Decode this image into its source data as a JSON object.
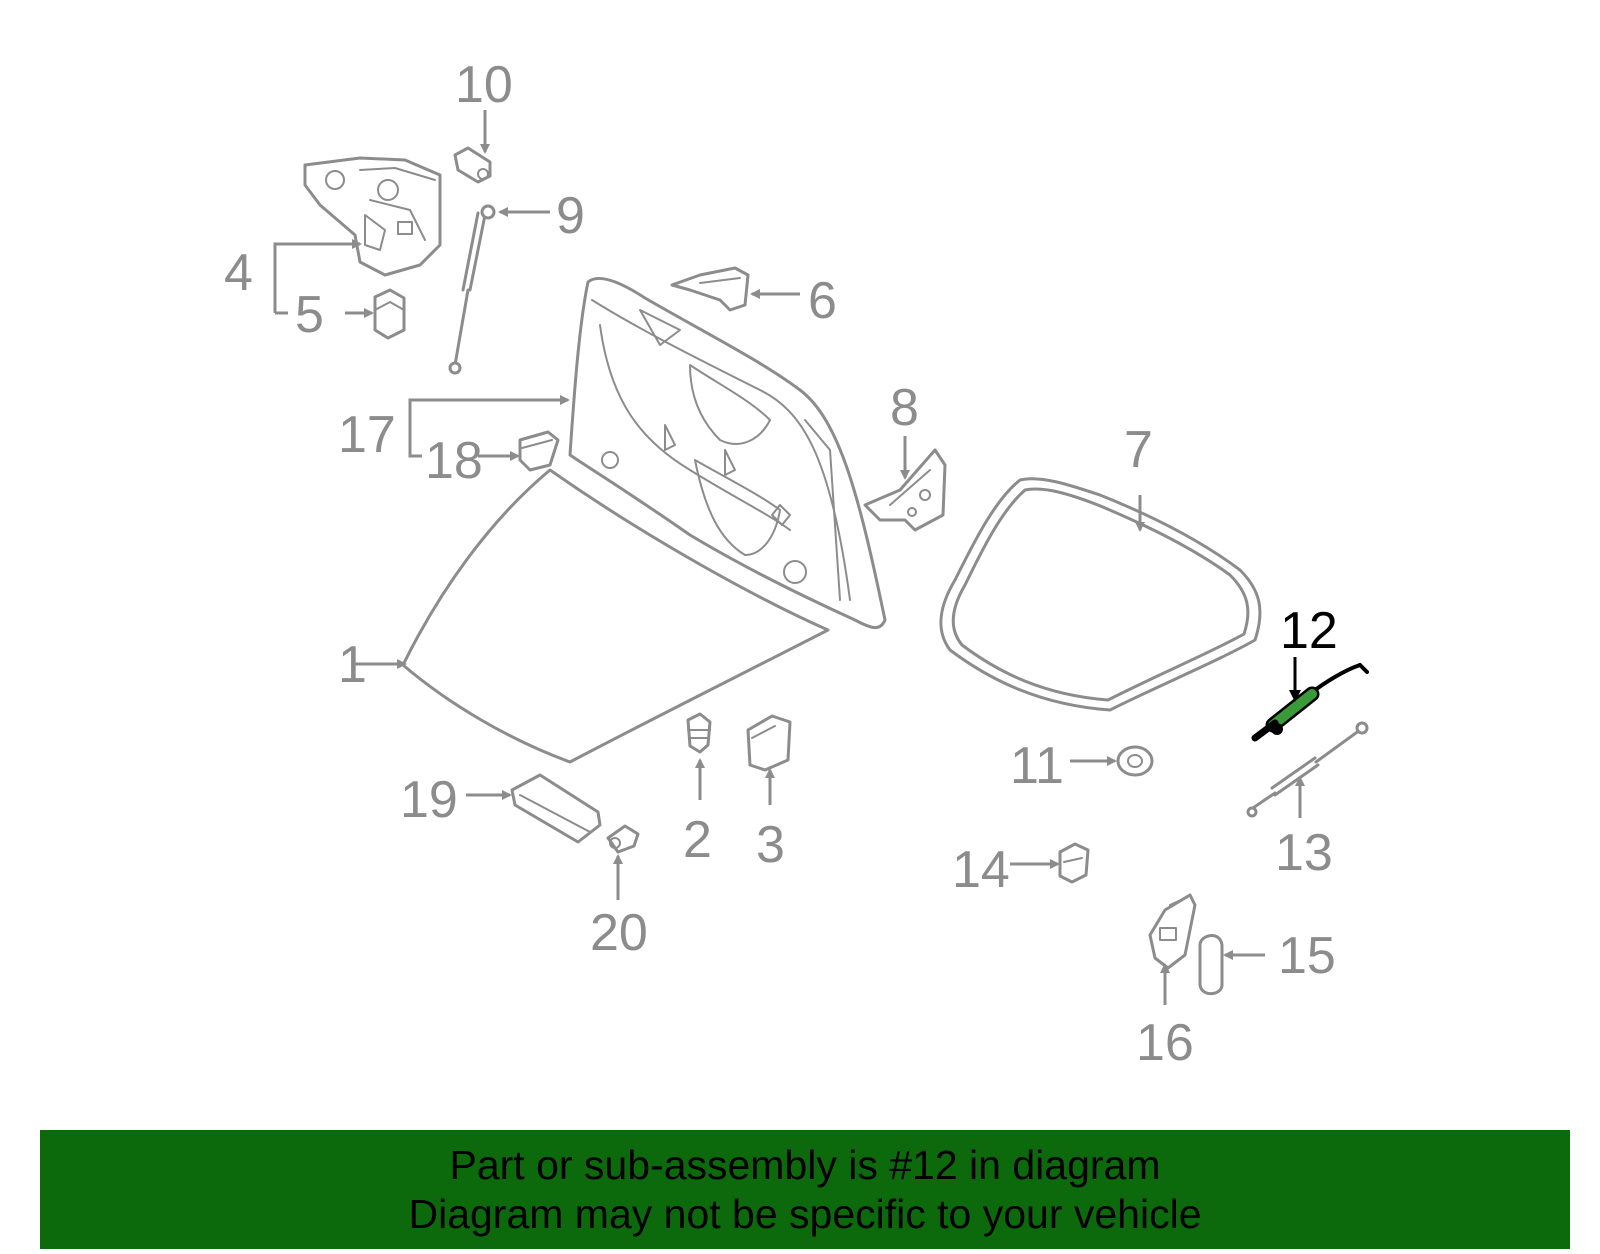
{
  "colors": {
    "line_gray": "#8c8c8c",
    "highlight_green": "#3a9a3a",
    "banner_green": "#0c6a0c",
    "highlight_text": "#000000"
  },
  "callouts": {
    "c1": "1",
    "c2": "2",
    "c3": "3",
    "c4": "4",
    "c5": "5",
    "c6": "6",
    "c7": "7",
    "c8": "8",
    "c9": "9",
    "c10": "10",
    "c11": "11",
    "c12": "12",
    "c13": "13",
    "c14": "14",
    "c15": "15",
    "c16": "16",
    "c17": "17",
    "c18": "18",
    "c19": "19",
    "c20": "20"
  },
  "highlighted_part": "12",
  "banner": {
    "line1": "Part or sub-assembly is #12 in diagram",
    "line2": "Diagram may not be specific to your vehicle"
  }
}
